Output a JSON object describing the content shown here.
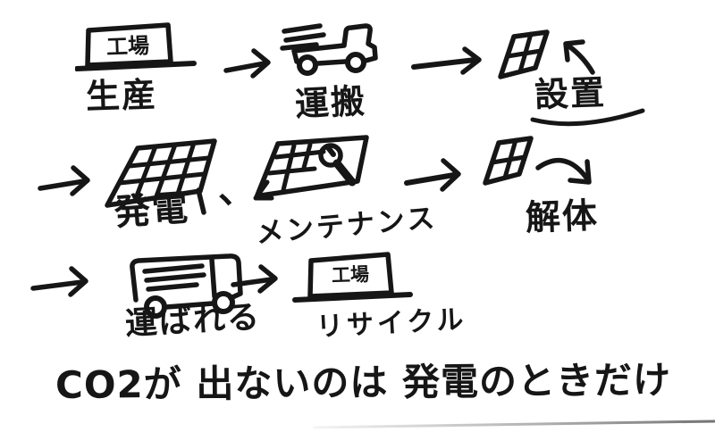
{
  "canvas": {
    "background": "#ffffff",
    "ink_color": "#161616",
    "style": "hand-drawn marker sketch"
  },
  "steps": [
    {
      "name": "production",
      "icon": "factory-icon",
      "icon_text": "工場",
      "label": "生産"
    },
    {
      "name": "transport",
      "icon": "truck-icon",
      "label": "運搬"
    },
    {
      "name": "installation",
      "icon": "solar-panel-small-icon",
      "label": "設置"
    },
    {
      "name": "power-generation",
      "icon": "solar-panel-icon",
      "label": "発電"
    },
    {
      "name": "maintenance",
      "icon": "solar-panel-wrench-icon",
      "label": "メンテナンス"
    },
    {
      "name": "dismantling",
      "icon": "solar-panel-small-icon",
      "label": "解体"
    },
    {
      "name": "transport-to-recycle",
      "icon": "truck-icon",
      "label": "運ばれる"
    },
    {
      "name": "recycling",
      "icon": "factory-icon",
      "icon_text": "工場",
      "label": "リサイクル"
    }
  ],
  "punctuation": {
    "comma": "、"
  },
  "caption": "CO2が 出ないのは 発電のときだけ"
}
